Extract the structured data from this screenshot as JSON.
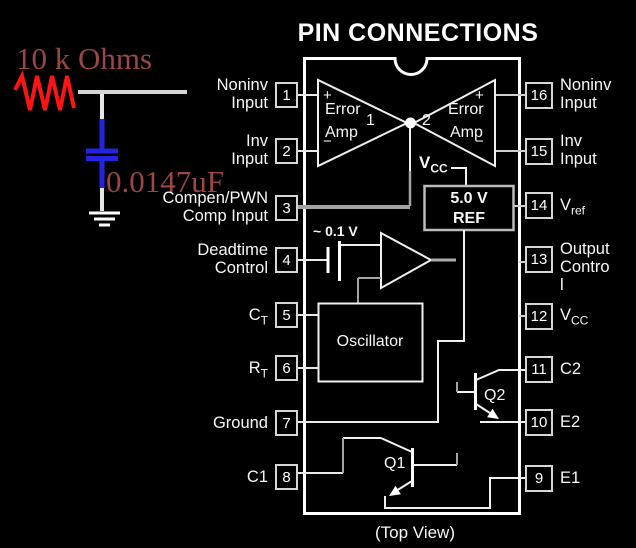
{
  "title": "PIN CONNECTIONS",
  "caption": "(Top View)",
  "annotations": {
    "resistor_label": "10 k Ohms",
    "capacitor_label": "0.0147uF",
    "resistor_color": "#ff1414",
    "capacitor_color": "#2424e0",
    "annotation_text_color": "#9a4747",
    "wire_color": "#d4d4d4"
  },
  "ic": {
    "error_amp_1": {
      "plus": "+",
      "minus": "−",
      "line1": "Error",
      "line2": "Amp",
      "num": "1"
    },
    "error_amp_2": {
      "plus": "+",
      "minus": "−",
      "line1": "Error",
      "line2": "Amp",
      "num": "2"
    },
    "vcc_label": {
      "main": "V",
      "sub": "CC"
    },
    "ref_box": {
      "line1": "5.0 V",
      "line2": "REF"
    },
    "deadtime_offset": "~ 0.1 V",
    "oscillator_label": "Oscillator",
    "q1_label": "Q1",
    "q2_label": "Q2"
  },
  "pins": {
    "left": [
      {
        "num": "1",
        "line1": "Noninv",
        "line2": "Input"
      },
      {
        "num": "2",
        "line1": "Inv",
        "line2": "Input"
      },
      {
        "num": "3",
        "line1": "Compen/PWN",
        "line2": "Comp Input"
      },
      {
        "num": "4",
        "line1": "Deadtime",
        "line2": "Control"
      },
      {
        "num": "5",
        "main": "C",
        "sub": "T"
      },
      {
        "num": "6",
        "main": "R",
        "sub": "T"
      },
      {
        "num": "7",
        "line1": "Ground"
      },
      {
        "num": "8",
        "line1": "C1"
      }
    ],
    "right": [
      {
        "num": "16",
        "line1": "Noninv",
        "line2": "Input"
      },
      {
        "num": "15",
        "line1": "Inv",
        "line2": "Input"
      },
      {
        "num": "14",
        "main": "V",
        "sub": "ref"
      },
      {
        "num": "13",
        "line1": "Output",
        "line2": "Contro",
        "line3": "l"
      },
      {
        "num": "12",
        "main": "V",
        "sub": "CC"
      },
      {
        "num": "11",
        "line1": "C2"
      },
      {
        "num": "10",
        "line1": "E2"
      },
      {
        "num": "9",
        "line1": "E1"
      }
    ]
  }
}
